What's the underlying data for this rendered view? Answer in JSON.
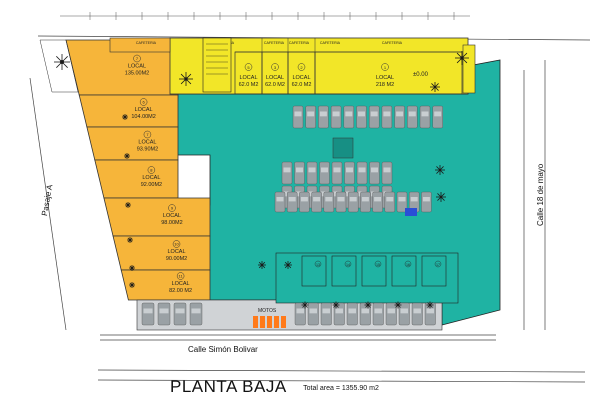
{
  "plan": {
    "title": "PLANTA BAJA",
    "total_area": "Total area = 1355.90 m2",
    "streets": {
      "south": "Calle Simón Bolivar",
      "east": "Calle 18 de mayo",
      "west": "Pasaje A"
    },
    "colors": {
      "courtyard": "#1fb3a3",
      "locales_orange": "#f6b53a",
      "locales_yellow": "#f2e628",
      "parking_car": "#9aa1a5",
      "wall": "#333333"
    },
    "west_locales": [
      {
        "number": "7",
        "name": "LOCAL",
        "area": "135.00M2"
      },
      {
        "number": "6",
        "name": "LOCAL",
        "area": "104.00M2"
      },
      {
        "number": "7",
        "name": "LOCAL",
        "area": "93.90M2"
      },
      {
        "number": "8",
        "name": "LOCAL",
        "area": "92.00M2"
      },
      {
        "number": "9",
        "name": "LOCAL",
        "area": "98.00M2"
      },
      {
        "number": "10",
        "name": "LOCAL",
        "area": "90.00M2"
      },
      {
        "number": "11",
        "name": "LOCAL",
        "area": "82.00 M2"
      }
    ],
    "north_locales": [
      {
        "number": "5",
        "name": "LOCAL",
        "area": "62.0 M2"
      },
      {
        "number": "3",
        "name": "LOCAL",
        "area": "62.0 M2"
      },
      {
        "number": "2",
        "name": "LOCAL",
        "area": "62.0 M2"
      },
      {
        "number": "1",
        "name": "LOCAL",
        "area": "218 M2"
      }
    ],
    "kitchens": [
      "CAFETERIA",
      "CAFETERIA",
      "CAFETERIA",
      "CAFETERIA",
      "CAFETERIA",
      "CAFETERIA"
    ],
    "level_mark": "±0.00",
    "motos_label": "MOTOS",
    "south_stalls": [
      "13",
      "14",
      "15",
      "16",
      "17"
    ]
  }
}
